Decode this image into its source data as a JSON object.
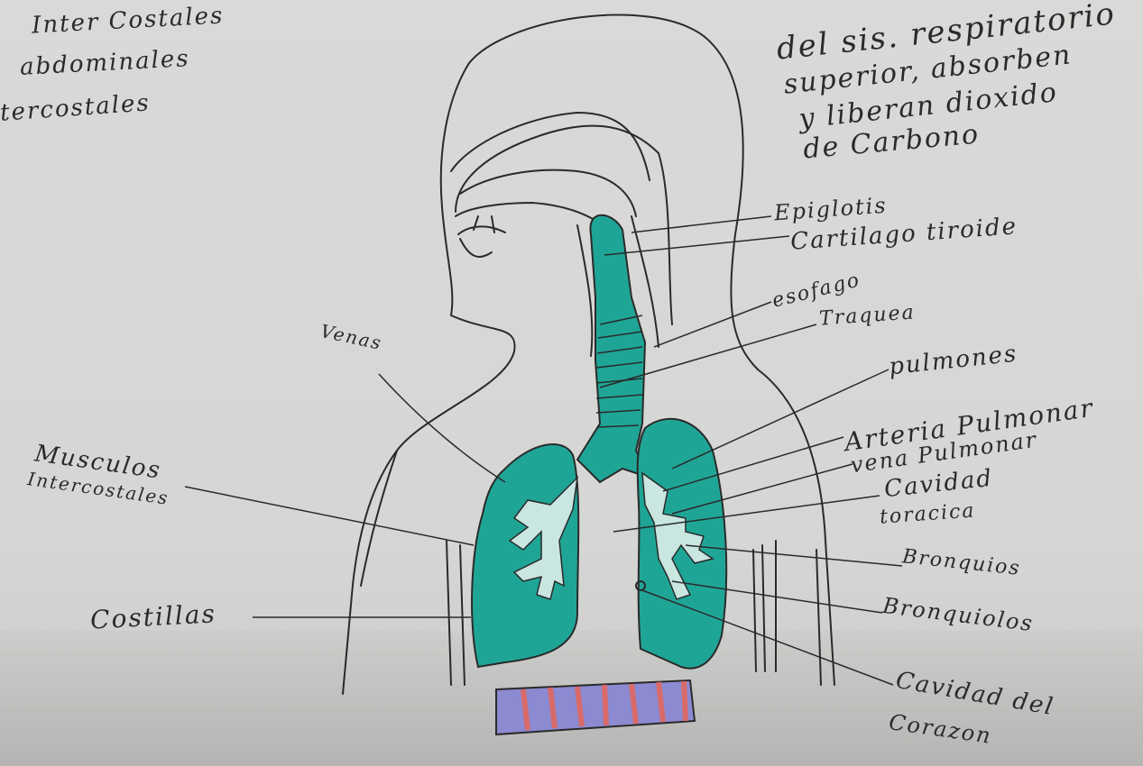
{
  "notes_left": [
    "Inter Costales",
    "abdominales",
    "tercostales"
  ],
  "notes_right": [
    "del sis. respiratorio",
    "superior, absorben",
    "y liberan dioxido",
    "de Carbono"
  ],
  "labels": {
    "epiglotis": "Epiglotis",
    "cartilago_tiroide": "Cartilago tiroide",
    "esofago": "esofago",
    "traquea": "Traquea",
    "pulmones": "pulmones",
    "arteria_pulmonar": "Arteria Pulmonar",
    "vena_pulmonar": "vena Pulmonar",
    "cavidad_toracica_1": "Cavidad",
    "cavidad_toracica_2": "toracica",
    "bronquios": "Bronquios",
    "bronquiolos": "Bronquiolos",
    "cavidad_corazon_1": "Cavidad del",
    "cavidad_corazon_2": "Corazon",
    "venas": "Venas",
    "musculos_1": "Musculos",
    "musculos_2": "Intercostales",
    "costillas": "Costillas"
  },
  "colors": {
    "ink": "#2a2a2a",
    "lung_fill": "#1fa596",
    "diaphragm_red": "#d86a6a",
    "diaphragm_blue": "#8c8ad0"
  }
}
